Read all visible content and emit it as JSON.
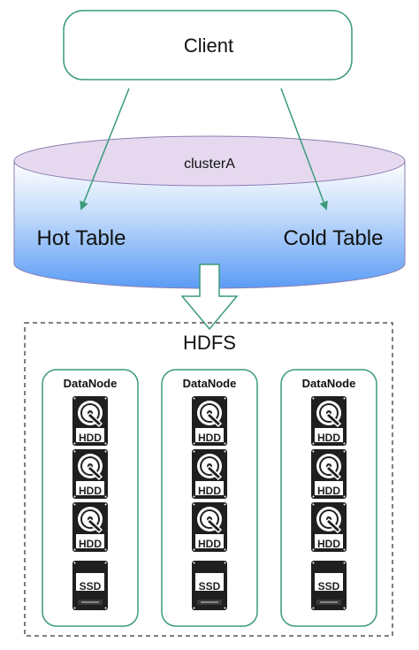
{
  "client": {
    "label": "Client"
  },
  "cluster": {
    "name": "clusterA",
    "hot_table": "Hot Table",
    "cold_table": "Cold Table"
  },
  "hdfs": {
    "label": "HDFS",
    "datanodes": [
      {
        "label": "DataNode",
        "disks": [
          {
            "type": "hdd",
            "label": "HDD"
          },
          {
            "type": "hdd",
            "label": "HDD"
          },
          {
            "type": "hdd",
            "label": "HDD"
          },
          {
            "type": "ssd",
            "label": "SSD"
          }
        ]
      },
      {
        "label": "DataNode",
        "disks": [
          {
            "type": "hdd",
            "label": "HDD"
          },
          {
            "type": "hdd",
            "label": "HDD"
          },
          {
            "type": "hdd",
            "label": "HDD"
          },
          {
            "type": "ssd",
            "label": "SSD"
          }
        ]
      },
      {
        "label": "DataNode",
        "disks": [
          {
            "type": "hdd",
            "label": "HDD"
          },
          {
            "type": "hdd",
            "label": "HDD"
          },
          {
            "type": "hdd",
            "label": "HDD"
          },
          {
            "type": "ssd",
            "label": "SSD"
          }
        ]
      }
    ]
  },
  "colors": {
    "box_border": "#3b9a7c",
    "arrow": "#3b9a7c",
    "cylinder_top": "#e6d9ef",
    "cylinder_edge": "#8a7fb0",
    "cylinder_blue": "#5b9cf6",
    "disk_dark": "#1f1f1f"
  }
}
